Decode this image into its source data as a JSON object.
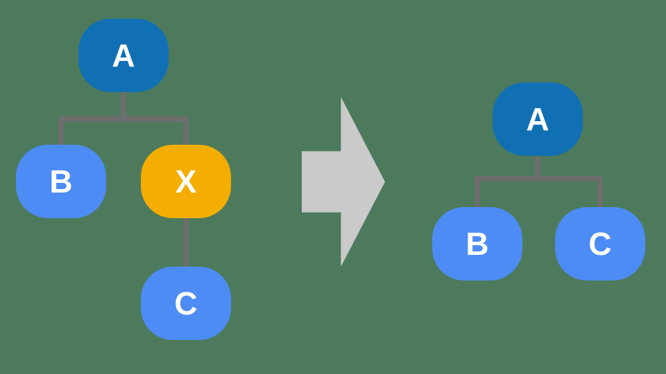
{
  "background": "#4d7a5c",
  "colors": {
    "root_node": "#1170b4",
    "child_node": "#4d8cf5",
    "highlight_node": "#f3ae01",
    "connector": "#6e6e6e",
    "arrow": "#cacaca"
  },
  "before_tree": {
    "root": {
      "label": "A"
    },
    "children": [
      {
        "label": "B"
      },
      {
        "label": "X"
      }
    ],
    "grandchild": {
      "label": "C"
    }
  },
  "arrow": {
    "direction": "right"
  },
  "after_tree": {
    "root": {
      "label": "A"
    },
    "children": [
      {
        "label": "B"
      },
      {
        "label": "C"
      }
    ]
  }
}
